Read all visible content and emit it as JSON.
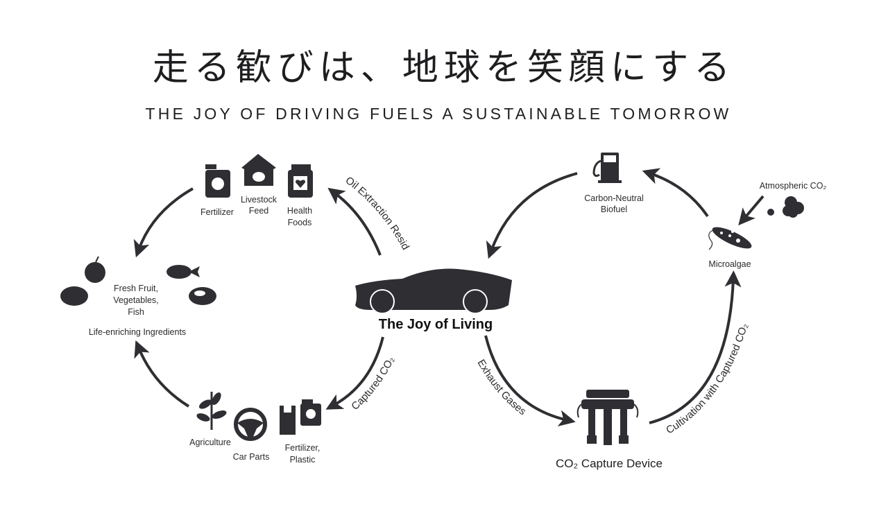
{
  "title_jp": "走る歓びは、地球を笑顔にする",
  "subtitle": "THE JOY OF DRIVING FUELS A SUSTAINABLE TOMORROW",
  "center": {
    "label": "The Joy of Living"
  },
  "left_cycle": {
    "top_items": [
      "Fertilizer",
      "Livestock",
      "Feed",
      "Health",
      "Foods"
    ],
    "fresh": [
      "Fresh Fruit,",
      "Vegetables,",
      "Fish"
    ],
    "ingredients": "Life-enriching Ingredients",
    "bottom_items": [
      "Agriculture",
      "Car Parts",
      "Fertilizer,",
      "Plastic"
    ],
    "flow_oil": "Oil Extraction Residue",
    "flow_co2": "Captured CO₂"
  },
  "right_cycle": {
    "biofuel": [
      "Carbon-Neutral",
      "Biofuel"
    ],
    "atmospheric": "Atmospheric CO₂",
    "microalgae": "Microalgae",
    "device": "CO₂ Capture Device",
    "flow_exhaust": "Exhaust Gases",
    "flow_cultivation": "Cultivation with Captured CO₂"
  },
  "colors": {
    "ink": "#2f2f33",
    "background": "#ffffff"
  }
}
